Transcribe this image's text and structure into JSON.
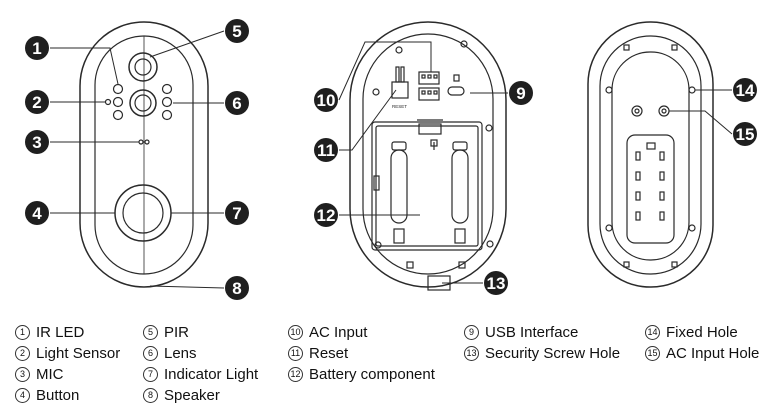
{
  "markers": [
    "1",
    "2",
    "3",
    "4",
    "5",
    "6",
    "7",
    "8",
    "9",
    "10",
    "11",
    "12",
    "13",
    "14",
    "15"
  ],
  "legend": [
    [
      {
        "num": "1",
        "label": "IR LED"
      },
      {
        "num": "2",
        "label": "Light Sensor"
      },
      {
        "num": "3",
        "label": "MIC"
      },
      {
        "num": "4",
        "label": "Button"
      }
    ],
    [
      {
        "num": "5",
        "label": "PIR"
      },
      {
        "num": "6",
        "label": "Lens"
      },
      {
        "num": "7",
        "label": "Indicator Light"
      },
      {
        "num": "8",
        "label": "Speaker"
      }
    ],
    [
      {
        "num": "10",
        "label": "AC Input"
      },
      {
        "num": "11",
        "label": "Reset"
      },
      {
        "num": "12",
        "label": "Battery component"
      }
    ],
    [
      {
        "num": "9",
        "label": "USB Interface"
      },
      {
        "num": "13",
        "label": "Security Screw Hole"
      }
    ],
    [
      {
        "num": "14",
        "label": "Fixed Hole"
      },
      {
        "num": "15",
        "label": "AC Input Hole"
      }
    ]
  ],
  "reset_text": "RESET",
  "colors": {
    "marker": "#1f1f1f",
    "line": "#2a2a2a"
  }
}
